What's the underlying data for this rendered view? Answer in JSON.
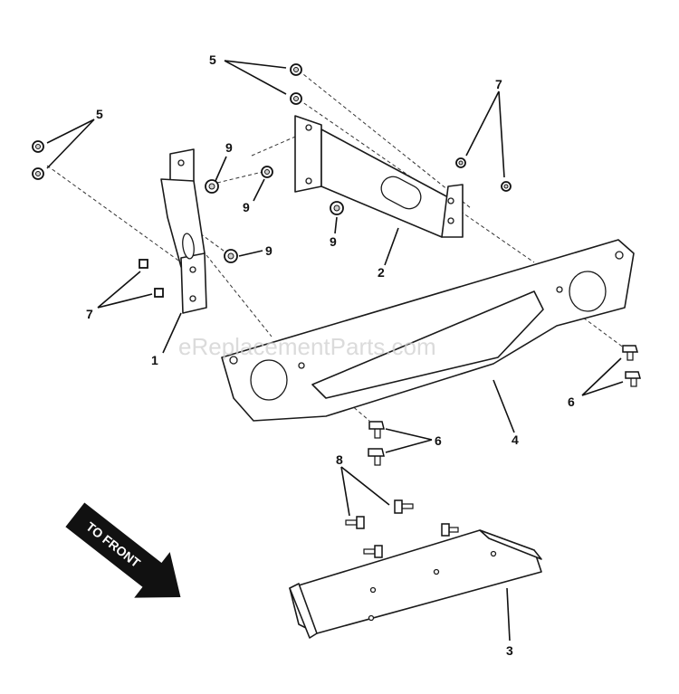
{
  "watermark": "eReplacementParts.com",
  "direction_label": "TO FRONT",
  "callouts": {
    "c1": "1",
    "c2": "2",
    "c3": "3",
    "c4": "4",
    "c5a": "5",
    "c5b": "5",
    "c6a": "6",
    "c6b": "6",
    "c7a": "7",
    "c7b": "7",
    "c8": "8",
    "c9a": "9",
    "c9b": "9",
    "c9c": "9",
    "c9d": "9"
  }
}
